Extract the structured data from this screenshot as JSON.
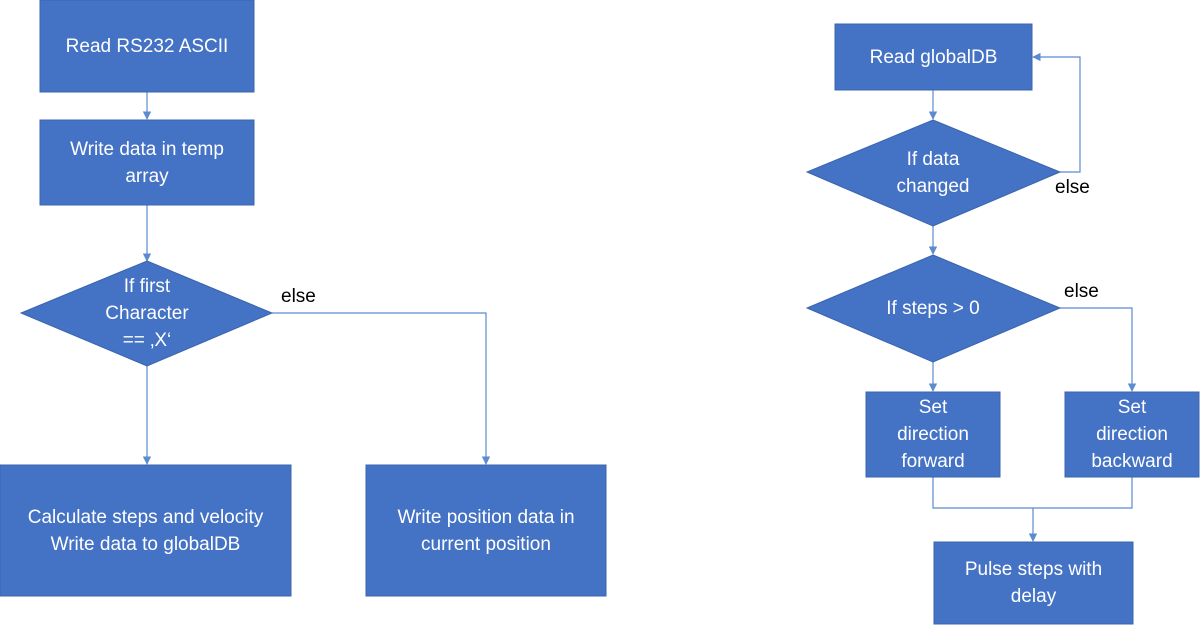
{
  "colors": {
    "node_fill": "#4472c4",
    "node_stroke": "#3a64ad",
    "edge": "#5b8bd0",
    "node_text": "#ffffff",
    "edge_label": "#000000"
  },
  "nodes": {
    "read_rs232": "Read RS232 ASCII",
    "write_temp": "Write data in temp\narray",
    "if_first_char": "If first\nCharacter\n== ‚X‘",
    "calc_steps": "Calculate steps and velocity\nWrite data to globalDB",
    "write_position": "Write position data in\ncurrent position",
    "read_globaldb": "Read globalDB",
    "if_data_changed": "If data\nchanged",
    "if_steps": "If steps > 0",
    "set_forward": "Set\ndirection\nforward",
    "set_backward": "Set\ndirection\nbackward",
    "pulse_steps": "Pulse steps with\ndelay"
  },
  "edge_labels": {
    "first_char_else": "else",
    "data_changed_else": "else",
    "steps_else": "else"
  }
}
